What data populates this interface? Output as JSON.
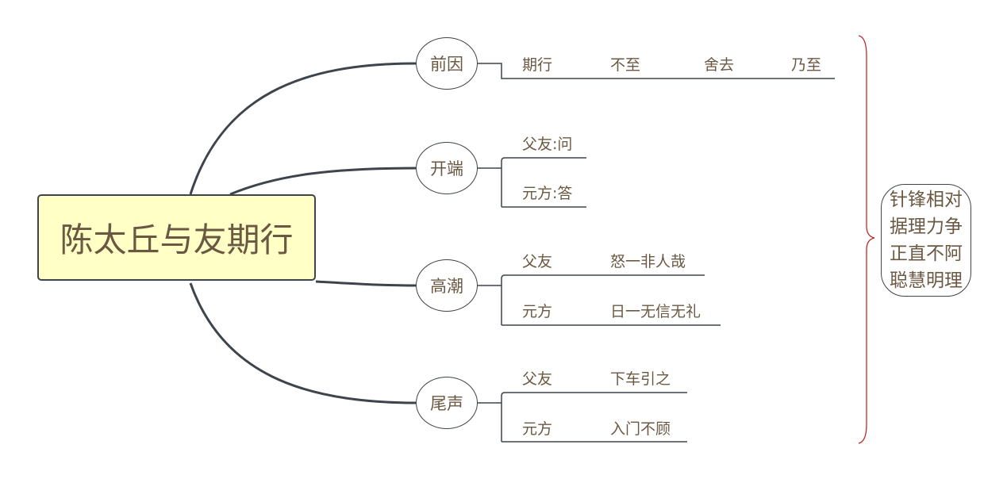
{
  "central": "陈太丘与友期行",
  "topics": [
    {
      "label": "前因",
      "items": [
        "期行",
        "不至",
        "舍去",
        "乃至"
      ]
    },
    {
      "label": "开端",
      "items": [
        "父友:问",
        "元方:答"
      ]
    },
    {
      "label": "高潮",
      "rows": [
        {
          "who": "父友",
          "what": "怒一非人哉"
        },
        {
          "who": "元方",
          "what": "日一无信无礼"
        }
      ]
    },
    {
      "label": "尾声",
      "rows": [
        {
          "who": "父友",
          "what": "下车引之"
        },
        {
          "who": "元方",
          "what": "入门不顾"
        }
      ]
    }
  ],
  "summary": [
    "针锋相对",
    "据理力争",
    "正直不阿",
    "聪慧明理"
  ],
  "colors": {
    "line": "#3d444b",
    "text": "#6b5843",
    "central_fill": "#ffffc6",
    "brace": "#c0292b"
  }
}
